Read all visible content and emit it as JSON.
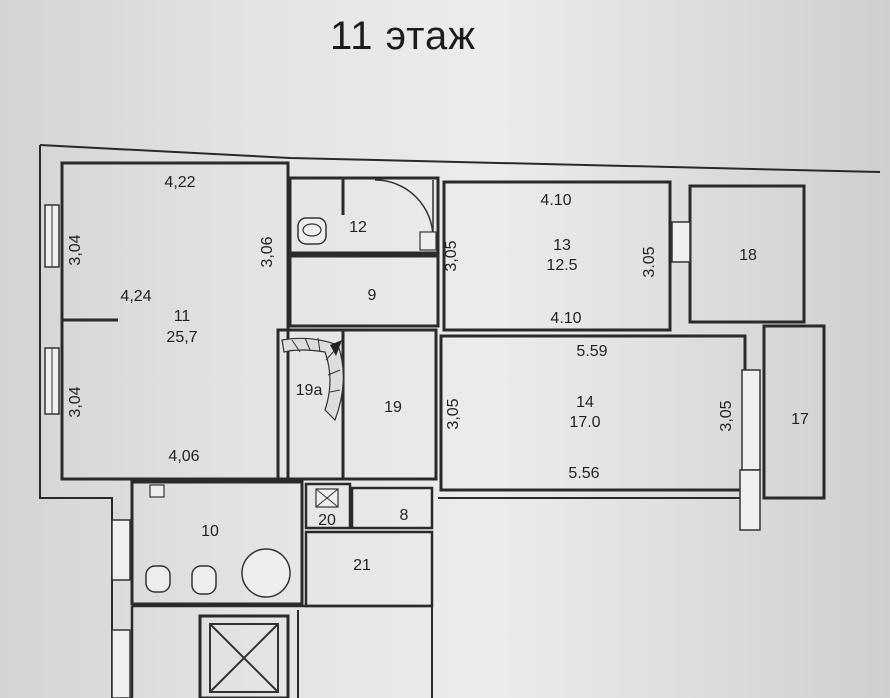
{
  "title": "11 этаж",
  "rooms": [
    {
      "id": "room-11",
      "number": "11",
      "area": "25,7"
    },
    {
      "id": "room-12",
      "number": "12"
    },
    {
      "id": "room-13",
      "number": "13",
      "area": "12.5"
    },
    {
      "id": "room-9",
      "number": "9"
    },
    {
      "id": "room-18",
      "number": "18"
    },
    {
      "id": "room-19a",
      "number": "19a"
    },
    {
      "id": "room-19",
      "number": "19"
    },
    {
      "id": "room-14",
      "number": "14",
      "area": "17.0"
    },
    {
      "id": "room-17",
      "number": "17"
    },
    {
      "id": "room-10",
      "number": "10"
    },
    {
      "id": "room-20",
      "number": "20"
    },
    {
      "id": "room-8",
      "number": "8"
    },
    {
      "id": "room-21",
      "number": "21"
    }
  ],
  "dimensions": {
    "r11_top": "4,22",
    "r11_left_upper": "3,04",
    "r11_right": "3,06",
    "r11_mid": "4,24",
    "r11_left_lower": "3,04",
    "r11_bottom": "4,06",
    "r12_right": "3,05",
    "r13_top": "4.10",
    "r13_right": "3.05",
    "r13_bottom": "4.10",
    "r14_top": "5.59",
    "r19_right": "3,05",
    "r14_right": "3,05",
    "r14_bottom": "5.56"
  }
}
